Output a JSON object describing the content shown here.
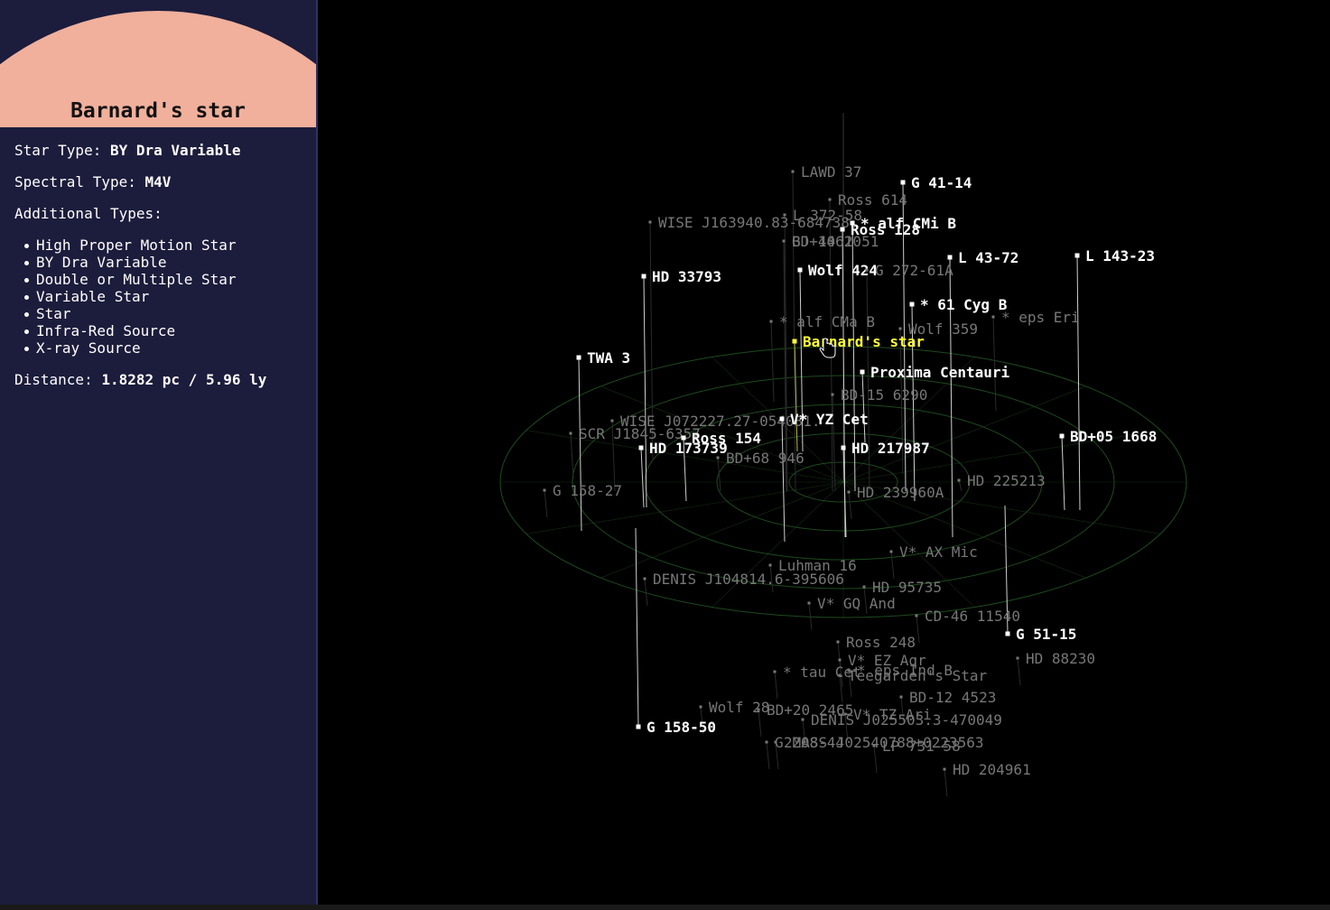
{
  "selected_star": {
    "name": "Barnard's star",
    "star_type_label": "Star Type:",
    "star_type": "BY Dra Variable",
    "spectral_type_label": "Spectral Type:",
    "spectral_type": "M4V",
    "additional_types_label": "Additional Types:",
    "additional_types": [
      "High Proper Motion Star",
      "BY Dra Variable",
      "Double or Multiple Star",
      "Variable Star",
      "Star",
      "Infra-Red Source",
      "X-ray Source"
    ],
    "distance_label": "Distance:",
    "distance": "1.8282 pc / 5.96 ly"
  },
  "colors": {
    "sidebar_bg": "#1c1c3c",
    "header_glow_outer": "#f0b09c",
    "header_glow_inner": "#e0c8cc",
    "selected_label": "#ffff33",
    "bright_label": "#ffffff",
    "dim_label": "#777777",
    "grid": "#1e4a1e"
  },
  "stars": [
    {
      "name": "LAWD 37",
      "level": "dim"
    },
    {
      "name": "G 41-14",
      "level": "bright"
    },
    {
      "name": "Ross 614",
      "level": "dim"
    },
    {
      "name": "L 372-58",
      "level": "dim"
    },
    {
      "name": "* alf CMi B",
      "level": "bright"
    },
    {
      "name": "Ross 128",
      "level": "bright"
    },
    {
      "name": "WISE J163940.83-684738.",
      "level": "dim"
    },
    {
      "name": "BD+44 2051",
      "level": "dim"
    },
    {
      "name": "GJ 1061",
      "level": "dim"
    },
    {
      "name": "L 143-23",
      "level": "bright"
    },
    {
      "name": "L 43-72",
      "level": "bright"
    },
    {
      "name": "HD 33793",
      "level": "bright"
    },
    {
      "name": "Wolf 424",
      "level": "bright"
    },
    {
      "name": "G 272-61A",
      "level": "dim"
    },
    {
      "name": "* 61 Cyg B",
      "level": "bright"
    },
    {
      "name": "* eps Eri",
      "level": "dim"
    },
    {
      "name": "* alf CMa B",
      "level": "dim"
    },
    {
      "name": "Wolf 359",
      "level": "dim"
    },
    {
      "name": "Barnard's star",
      "level": "selected"
    },
    {
      "name": "TWA 3",
      "level": "bright"
    },
    {
      "name": "Proxima Centauri",
      "level": "bright"
    },
    {
      "name": "BD-15 6290",
      "level": "dim"
    },
    {
      "name": "WISE J072227.27-054031.",
      "level": "dim"
    },
    {
      "name": "V* YZ Cet",
      "level": "bright"
    },
    {
      "name": "SCR J1845-6357",
      "level": "dim"
    },
    {
      "name": "Ross 154",
      "level": "bright"
    },
    {
      "name": "HD 173739",
      "level": "bright"
    },
    {
      "name": "HD 217987",
      "level": "bright"
    },
    {
      "name": "BD+05 1668",
      "level": "bright"
    },
    {
      "name": "BD+68 946",
      "level": "dim"
    },
    {
      "name": "HD 225213",
      "level": "dim"
    },
    {
      "name": "G 158-27",
      "level": "dim"
    },
    {
      "name": "HD 239960A",
      "level": "dim"
    },
    {
      "name": "V* AX Mic",
      "level": "dim"
    },
    {
      "name": "Luhman 16",
      "level": "dim"
    },
    {
      "name": "DENIS J104814.6-395606",
      "level": "dim"
    },
    {
      "name": "HD 95735",
      "level": "dim"
    },
    {
      "name": "V* GQ And",
      "level": "dim"
    },
    {
      "name": "CD-46 11540",
      "level": "dim"
    },
    {
      "name": "G 51-15",
      "level": "bright"
    },
    {
      "name": "Ross 248",
      "level": "dim"
    },
    {
      "name": "HD 88230",
      "level": "dim"
    },
    {
      "name": "V* EZ Aqr",
      "level": "dim"
    },
    {
      "name": "* tau Cet",
      "level": "dim"
    },
    {
      "name": "* eps Ind B",
      "level": "dim"
    },
    {
      "name": "Teegarden's Star",
      "level": "dim"
    },
    {
      "name": "BD-12 4523",
      "level": "dim"
    },
    {
      "name": "Wolf 28",
      "level": "dim"
    },
    {
      "name": "BD+20 2465",
      "level": "dim"
    },
    {
      "name": "V* TZ Ari",
      "level": "dim"
    },
    {
      "name": "G 158-50",
      "level": "bright"
    },
    {
      "name": "DENIS J025503.3-470049",
      "level": "dim"
    },
    {
      "name": "G 208-44",
      "level": "dim"
    },
    {
      "name": "2MASS J02540788+0223563",
      "level": "dim"
    },
    {
      "name": "LP 731-58",
      "level": "dim"
    },
    {
      "name": "HD 204961",
      "level": "dim"
    }
  ]
}
